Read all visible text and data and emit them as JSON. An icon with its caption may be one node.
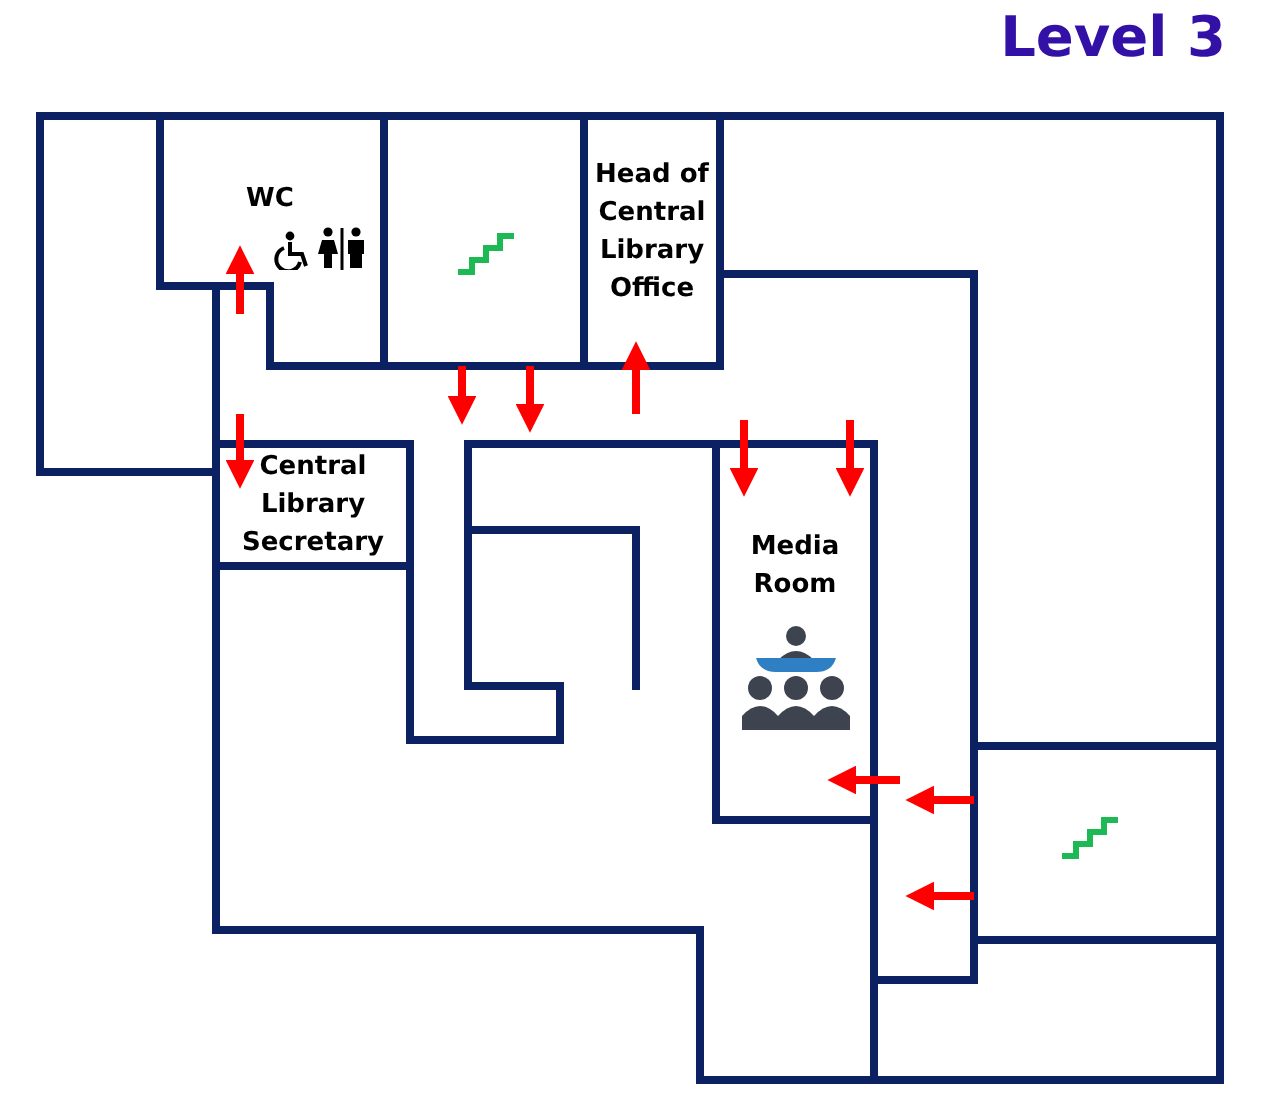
{
  "diagram": {
    "title": "Level 3",
    "nodes": [
      {
        "text": [
          "WC"
        ]
      },
      {
        "text": [],
        "shape": "box"
      },
      {
        "text": [
          "Head of Central Library Office"
        ]
      },
      {
        "text": [
          "Central Library Secretary"
        ]
      },
      {
        "text": [
          "Media Room"
        ]
      },
      {
        "text": [],
        "shape": "box"
      }
    ],
    "edges": [
      {
        "from": null,
        "to": 0,
        "arrow": "to",
        "color": "#ff0000"
      },
      {
        "from": null,
        "to": 3,
        "arrow": "to",
        "color": "#ff0000"
      },
      {
        "from": 1,
        "to": null,
        "arrow": "to",
        "color": "#ff0000"
      },
      {
        "from": 1,
        "to": null,
        "arrow": "to",
        "color": "#ff0000"
      },
      {
        "from": null,
        "to": 2,
        "arrow": "to",
        "color": "#ff0000"
      },
      {
        "from": null,
        "to": 4,
        "arrow": "to",
        "color": "#ff0000"
      },
      {
        "from": null,
        "to": 4,
        "arrow": "to",
        "color": "#ff0000"
      },
      {
        "from": null,
        "to": 4,
        "arrow": "to",
        "color": "#ff0000"
      },
      {
        "from": 5,
        "to": null,
        "arrow": "to",
        "color": "#ff0000"
      },
      {
        "from": 5,
        "to": null,
        "arrow": "to",
        "color": "#ff0000"
      }
    ]
  }
}
